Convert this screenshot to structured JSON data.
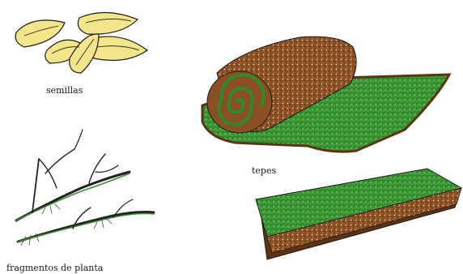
{
  "labels": {
    "seeds": "semillas",
    "sod": "tepes",
    "fragments": "fragmentos de planta"
  },
  "colors": {
    "seed_fill": "#f3e58a",
    "soil": "#8a4f22",
    "soil_dark": "#5e3313",
    "grass": "#2f8a2a",
    "grass_light": "#56b443",
    "stem": "#222222",
    "ink": "#1a1a1a"
  },
  "icons": {
    "seeds": "seeds-illustration",
    "sod_roll": "sod-roll-illustration",
    "sod_slab": "sod-slab-illustration",
    "fragments": "plant-fragments-illustration"
  }
}
